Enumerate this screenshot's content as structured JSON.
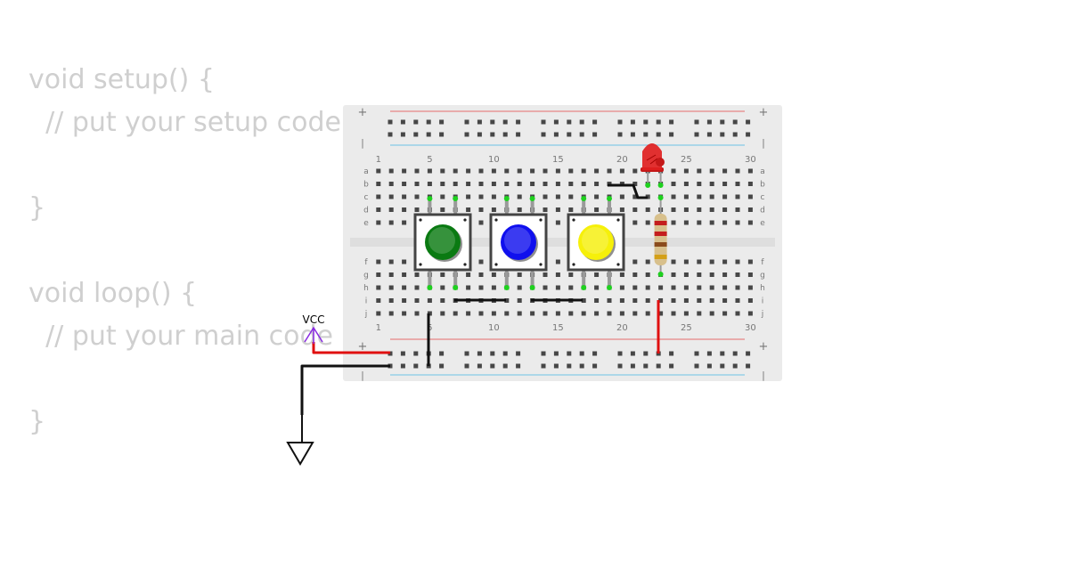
{
  "code": {
    "lines": [
      "void setup() {",
      "  // put your setup code here, to run once:",
      "",
      "}",
      "",
      "void loop() {",
      "  // put your main code here, to run repeatedly:",
      "",
      "}"
    ]
  },
  "breadboard": {
    "rows_top": [
      "a",
      "b",
      "c",
      "d",
      "e"
    ],
    "rows_bottom": [
      "f",
      "g",
      "h",
      "i",
      "j"
    ],
    "column_labels": [
      "1",
      "5",
      "10",
      "15",
      "20",
      "25",
      "30"
    ],
    "rail_plus": "+",
    "rail_minus": "|"
  },
  "components": {
    "buttons": [
      {
        "name": "green-button",
        "cap_color": "#0a7a12"
      },
      {
        "name": "blue-button",
        "cap_color": "#1010ee"
      },
      {
        "name": "yellow-button",
        "cap_color": "#f6f00a"
      }
    ],
    "led": {
      "color": "#e02020"
    },
    "resistor": {
      "bands": [
        "#c41e1e",
        "#c41e1e",
        "#8a4b1c",
        "#d4a017"
      ]
    }
  },
  "labels": {
    "vcc": "VCC"
  },
  "colors": {
    "board": "#ebebeb",
    "hole": "#474747",
    "rail_red": "#e56b6b",
    "rail_blue": "#6ec3e6",
    "wire_red": "#e01010",
    "wire_black": "#111111",
    "pin_green": "#1fd11f",
    "vcc_arrow": "#8a2be2"
  }
}
